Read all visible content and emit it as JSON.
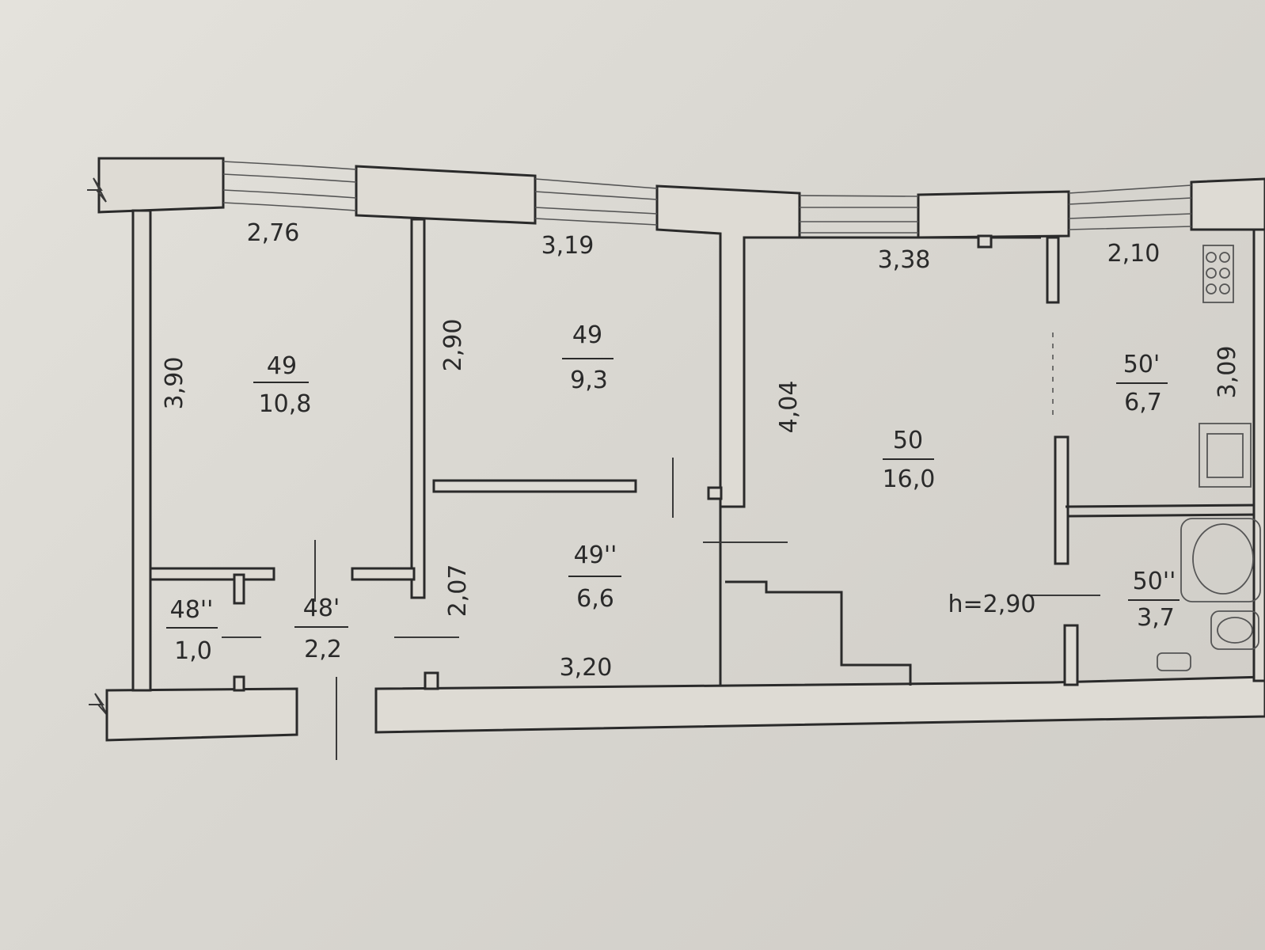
{
  "rooms": [
    {
      "id": "r1",
      "number": "49",
      "area": "10,8"
    },
    {
      "id": "r2",
      "number": "49",
      "area": "9,3"
    },
    {
      "id": "r3",
      "number": "49''",
      "area": "6,6"
    },
    {
      "id": "r4",
      "number": "48''",
      "area": "1,0"
    },
    {
      "id": "r5",
      "number": "48'",
      "area": "2,2"
    },
    {
      "id": "r6",
      "number": "50",
      "area": "16,0"
    },
    {
      "id": "r7",
      "number": "50'",
      "area": "6,7"
    },
    {
      "id": "r8",
      "number": "50''",
      "area": "3,7"
    }
  ],
  "dimensions": {
    "d276": "2,76",
    "d319": "3,19",
    "d338": "3,38",
    "d210": "2,10",
    "d390": "3,90",
    "d290": "2,90",
    "d404": "4,04",
    "d309": "3,09",
    "d207": "2,07",
    "d320": "3,20"
  },
  "ceiling_height": "h=2,90"
}
